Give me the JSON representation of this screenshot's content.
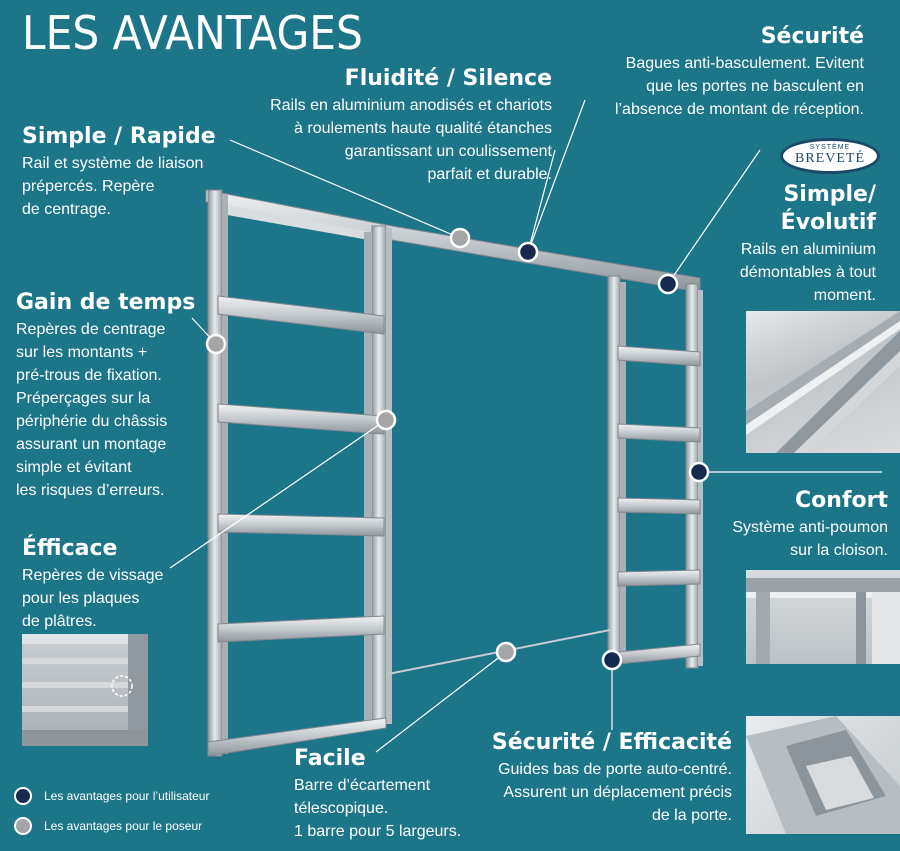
{
  "title": "LES AVANTAGES",
  "colors": {
    "background": "#1d7589",
    "user_dot": "#17294f",
    "installer_dot": "#a3a5a6",
    "frame_metal": "#c7ccd0"
  },
  "blocks": {
    "simple_rapide": {
      "heading": "Simple / Rapide",
      "text": "Rail et système de liaison\nprépercés. Repère\nde centrage."
    },
    "fluidite": {
      "heading": "Fluidité / Silence",
      "text": "Rails en aluminium anodisés et chariots\nà roulements haute qualité étanches\ngarantissant un coulissement\nparfait et durable."
    },
    "securite": {
      "heading": "Sécurité",
      "text": "Bagues anti-basculement. Evitent\nque les portes ne basculent en\nl’absence de montant de réception."
    },
    "simple_evolutif": {
      "heading_1": "Simple/",
      "heading_2": "Évolutif",
      "text": "Rails en aluminium\ndémontables à tout\nmoment."
    },
    "gain_temps": {
      "heading": "Gain de temps",
      "text": "Repères de centrage\nsur les montants +\npré-trous de fixation.\nPréperçages sur la\npériphérie du châssis\nassurant un montage\nsimple et évitant\nles risques d’erreurs."
    },
    "efficace": {
      "heading": "Éfficace",
      "text": "Repères de vissage\npour les plaques\nde plâtres."
    },
    "confort": {
      "heading": "Confort",
      "text": "Système anti-poumon\nsur la cloison."
    },
    "facile": {
      "heading": "Facile",
      "text": "Barre d’écartement\ntélescopique.\n1 barre pour 5 largeurs."
    },
    "securite_efficacite": {
      "heading": "Sécurité / Efficacité",
      "text": "Guides bas de porte auto-centré.\nAssurent un déplacement précis\nde la porte."
    }
  },
  "badge": {
    "line1": "SYSTÈME",
    "line2": "BREVETÉ"
  },
  "legend": [
    {
      "label": "Les avantages pour l’utilisateur",
      "icon": "navy-dot"
    },
    {
      "label": "Les avantages pour le poseur",
      "icon": "grey-dot"
    }
  ]
}
